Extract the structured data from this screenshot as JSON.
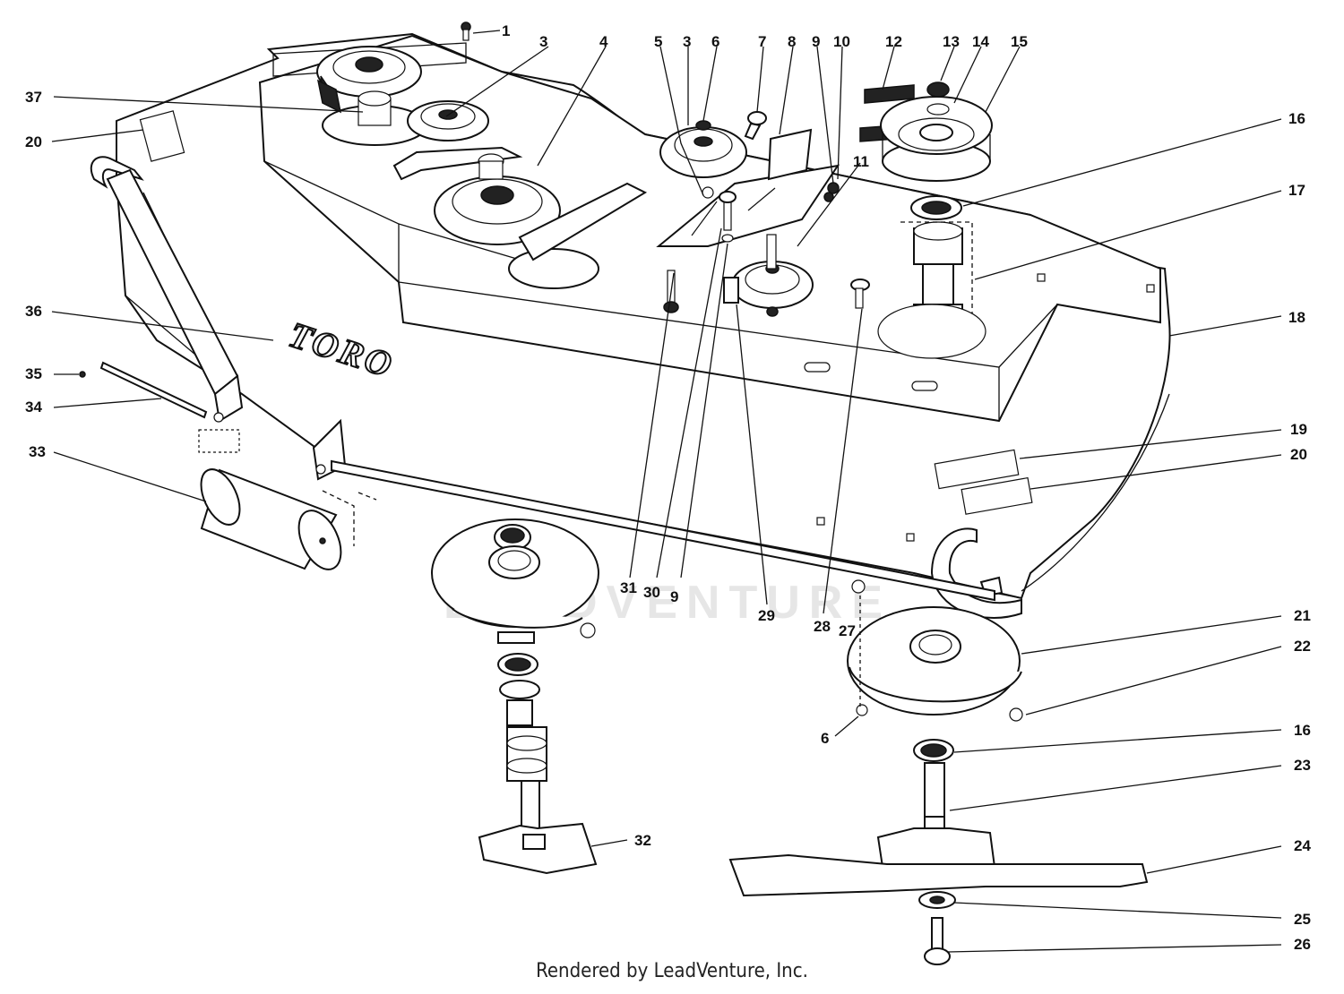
{
  "diagram": {
    "brand": "TORO",
    "watermark": "LEADVENTURE",
    "credit": "Rendered by LeadVenture, Inc.",
    "labels": {
      "1": "1",
      "3a": "3",
      "37": "37",
      "20a": "20",
      "4": "4",
      "5": "5",
      "3b": "3",
      "6a": "6",
      "7": "7",
      "8": "8",
      "9a": "9",
      "10": "10",
      "11": "11",
      "12": "12",
      "13": "13",
      "14": "14",
      "15": "15",
      "16a": "16",
      "17": "17",
      "18": "18",
      "36": "36",
      "35": "35",
      "34": "34",
      "33": "33",
      "19": "19",
      "20b": "20",
      "31": "31",
      "30": "30",
      "9b": "9",
      "29": "29",
      "28": "28",
      "27": "27",
      "21": "21",
      "22": "22",
      "6b": "6",
      "16b": "16",
      "23": "23",
      "32": "32",
      "24": "24",
      "25": "25",
      "26": "26"
    }
  }
}
